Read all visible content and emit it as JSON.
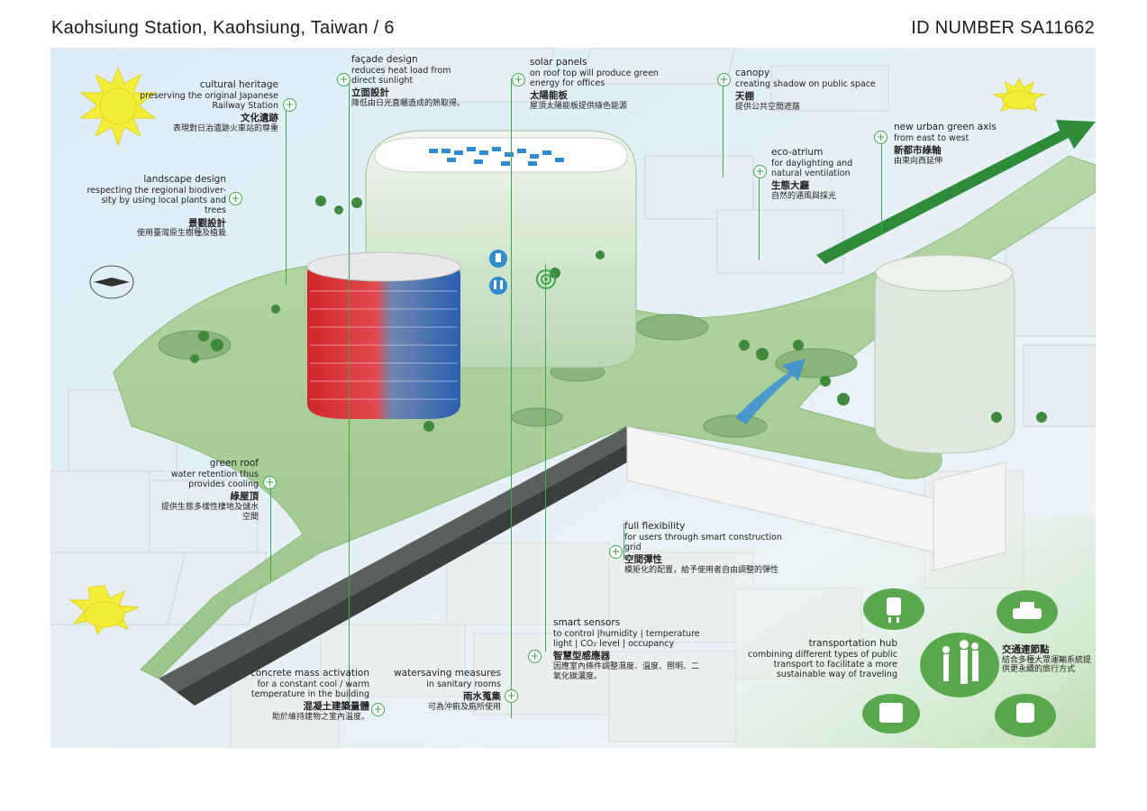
{
  "header": {
    "title": "Kaohsiung Station, Kaohsiung, Taiwan / 6",
    "id_number": "ID NUMBER SA11662"
  },
  "colors": {
    "accent_green": "#3ea84a",
    "sky": "#cfe6f3",
    "ground_green": "#a9cf9a",
    "sun": "#f3ee3a"
  },
  "annotations": [
    {
      "key": "cultural_heritage",
      "en": "cultural heritage",
      "en_sub": "preserving the original Japanese Railway Station",
      "zh": "文化遺跡",
      "zh_sub": "表現對日治遺跡火車站的尊重"
    },
    {
      "key": "facade_design",
      "en": "façade design",
      "en_sub": "reduces heat load from direct sunlight",
      "zh": "立面設計",
      "zh_sub": "降低由日光直曬造成的熱取得。"
    },
    {
      "key": "solar_panels",
      "en": "solar panels",
      "en_sub": "on roof top will produce green energy for offices",
      "zh": "太陽能板",
      "zh_sub": "屋頂太陽能板提供綠色能源"
    },
    {
      "key": "canopy",
      "en": "canopy",
      "en_sub": "creating shadow on public space",
      "zh": "天棚",
      "zh_sub": "提供公共空間遮蔭"
    },
    {
      "key": "urban_green_axis",
      "en": "new urban green axis",
      "en_sub": "from east to west",
      "zh": "新都市綠軸",
      "zh_sub": "由東向西延伸"
    },
    {
      "key": "eco_atrium",
      "en": "eco-atrium",
      "en_sub": "for daylighting and natural ventilation",
      "zh": "生態大廳",
      "zh_sub": "自然的通風與採光"
    },
    {
      "key": "landscape_design",
      "en": "landscape design",
      "en_sub": "respecting the regional biodiver-sity by using local plants and trees",
      "zh": "景觀設計",
      "zh_sub": "使用臺灣原生樹種及植栽"
    },
    {
      "key": "green_roof",
      "en": "green roof",
      "en_sub": "water retention thus provides cooling",
      "zh": "綠屋頂",
      "zh_sub": "提供生態多樣性棲地及儲水空間"
    },
    {
      "key": "full_flexibility",
      "en": "full flexibility",
      "en_sub": "for users through smart construction grid",
      "zh": "空間彈性",
      "zh_sub": "模矩化的配置，給予使用者自由調整的彈性"
    },
    {
      "key": "smart_sensors",
      "en": "smart sensors",
      "en_sub": "to control |humidity | temperature light | CO₂ level | occupancy",
      "zh": "智慧型感應器",
      "zh_sub": "因應室內條件調整濕度、溫度、照明、二氧化碳濃度。"
    },
    {
      "key": "transportation_hub",
      "en": "transportation hub",
      "en_sub": "combining different types of public transport to facilitate a more sustainable way of traveling",
      "zh": "交通連節點",
      "zh_sub": "結合多種大眾運輸系統提供更永續的旅行方式"
    },
    {
      "key": "concrete_mass",
      "en": "concrete mass activation",
      "en_sub": "for a constant cool / warm temperature in the building",
      "zh": "混凝土建築量體",
      "zh_sub": "助於維持建物之室內溫度。"
    },
    {
      "key": "watersaving",
      "en": "watersaving measures",
      "en_sub": "in sanitary rooms",
      "zh": "雨水蒐集",
      "zh_sub": "可為沖廁及廁所使用"
    }
  ],
  "icons": [
    "sun-icon",
    "train-icon",
    "taxi-icon",
    "bus-icon",
    "metro-icon",
    "family-icon",
    "compass-icon",
    "wifi-sensor-icon",
    "restroom-icon",
    "water-tap-icon"
  ]
}
